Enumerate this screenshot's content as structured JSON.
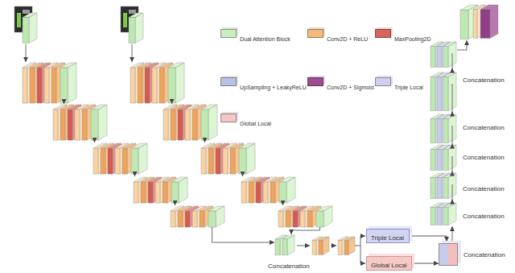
{
  "diagram": {
    "nodes": [
      {
        "text": [
          "Triple Local"
        ]
      },
      {
        "text": [
          "Global Local"
        ]
      },
      {
        "text": [
          "Concatenation"
        ]
      }
    ],
    "edges": [
      {
        "from": 0,
        "to": 2,
        "arrow": "to"
      },
      {
        "from": 1,
        "to": 2,
        "arrow": "to"
      }
    ],
    "labels": [
      "Concatenation",
      "Concatenation",
      "Concatenation",
      "Concatenation",
      "Concatenation",
      "Concatenation"
    ],
    "legend": [
      {
        "text": "Dual Attention Block",
        "color": "#c8eebf"
      },
      {
        "text": "Conv2D + ReLU",
        "color": "#f5b97a"
      },
      {
        "text": "MaxPooling2D",
        "color": "#d9645e"
      },
      {
        "text": "UpSampling + LeakyReLU",
        "color": "#b7c3e0"
      },
      {
        "text": "Conv2D + Sigmoid",
        "color": "#9c4d8e"
      },
      {
        "text": "Triple Local",
        "color": "#cfd0ee"
      },
      {
        "text": "Global Local",
        "color": "#f4c6c4"
      }
    ]
  }
}
